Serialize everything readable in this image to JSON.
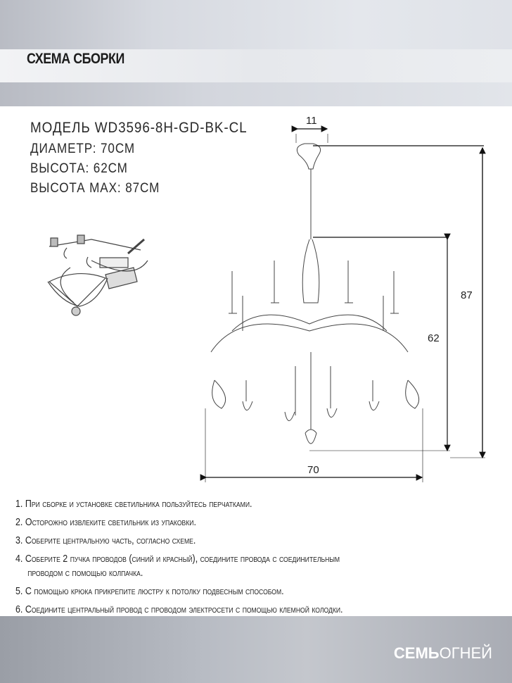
{
  "header": {
    "title": "СХЕМА СБОРКИ"
  },
  "specs": {
    "model": "МОДЕЛЬ WD3596-8H-GD-BK-CL",
    "diameter": "ДИАМЕТР: 70СМ",
    "height": "ВЫСОТА: 62СМ",
    "height_max": "ВЫСОТА МАХ: 87СМ"
  },
  "dimensions": {
    "canopy": "11",
    "total_height": "87",
    "height": "62",
    "diameter": "70"
  },
  "instructions": [
    "1. При сборке и установке светильника пользуйтесь перчатками.",
    "2. Осторожно извлеките светильник из упаковки.",
    "3. Соберите центральную часть, согласно схеме.",
    "4. Соберите 2 пучка проводов (синий и красный), соедините провода с соединительным",
    "проводом с помощью колпачка.",
    "5. С помощью крюка прикрепите люстру к потолку подвесным способом.",
    "6. Соедините центральный провод с проводом электросети с помощью клемной колодки."
  ],
  "footer": {
    "logo_bold": "СЕМЬ",
    "logo_light": "ОГНЕЙ"
  }
}
